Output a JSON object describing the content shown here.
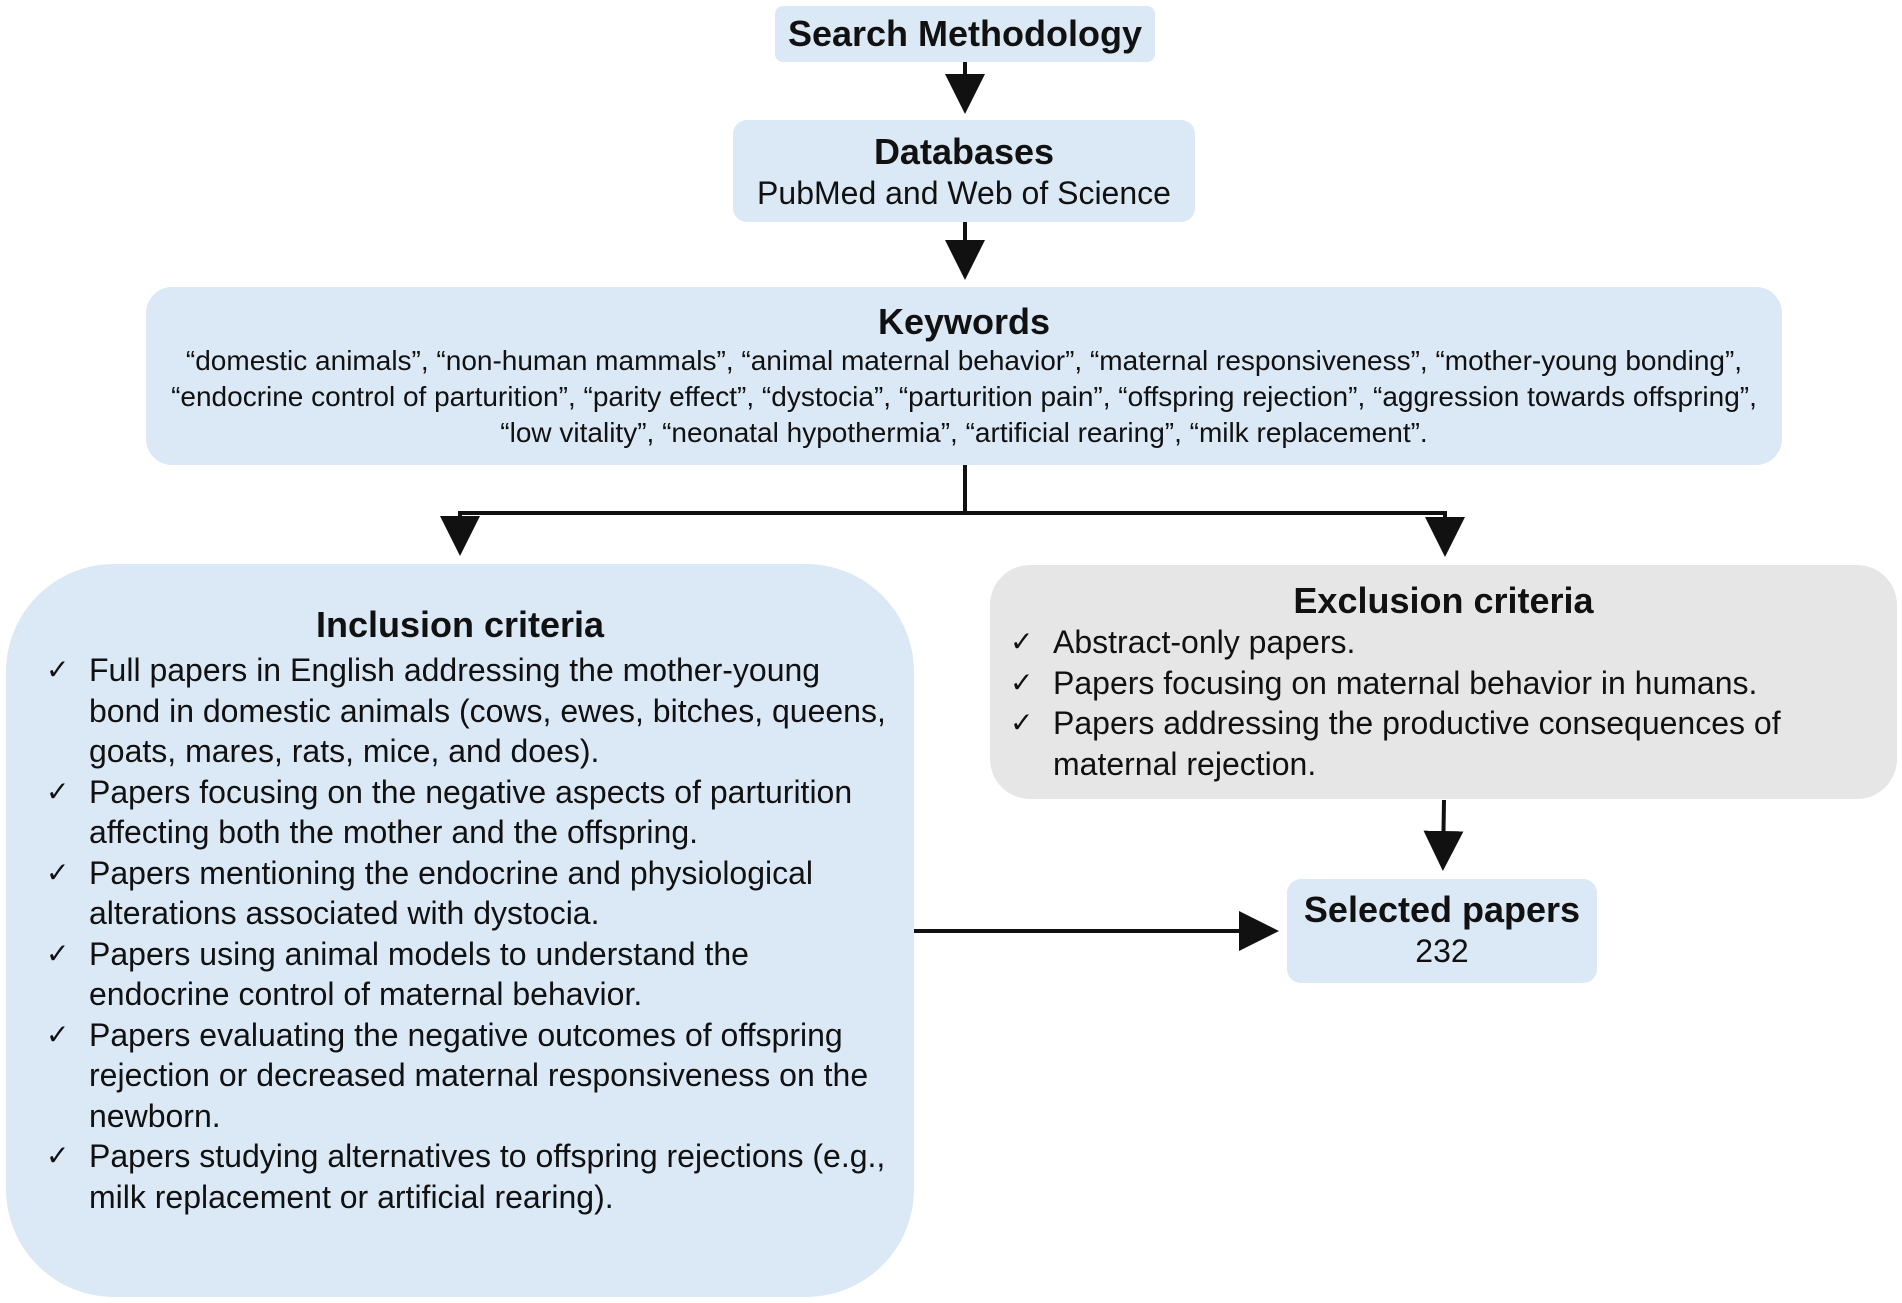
{
  "search": {
    "title": "Search Methodology"
  },
  "databases": {
    "title": "Databases",
    "subtitle": "PubMed and Web of Science"
  },
  "keywords": {
    "title": "Keywords",
    "text": "“domestic animals”, “non-human mammals”, “animal maternal behavior”, “maternal responsiveness”, “mother-young bonding”, “endocrine control of parturition”, “parity effect”, “dystocia”, “parturition pain”, “offspring rejection”, “aggression towards offspring”, “low vitality”, “neonatal hypothermia”, “artificial rearing”, “milk replacement”."
  },
  "inclusion": {
    "title": "Inclusion criteria",
    "check_symbol": "✓",
    "items": [
      "Full papers in English addressing the mother-young bond in domestic animals (cows, ewes, bitches, queens, goats, mares, rats, mice, and does).",
      "Papers focusing on the negative aspects of parturition affecting both the mother and the offspring.",
      "Papers mentioning the endocrine and physiological alterations associated with dystocia.",
      "Papers using animal models to understand the endocrine control of maternal behavior.",
      "Papers evaluating the negative outcomes of offspring rejection or decreased maternal responsiveness on the newborn.",
      "Papers studying alternatives to offspring rejections (e.g., milk replacement or artificial rearing)."
    ]
  },
  "exclusion": {
    "title": "Exclusion criteria",
    "check_symbol": "✓",
    "items": [
      "Abstract-only papers.",
      "Papers focusing on maternal behavior in humans.",
      "Papers addressing the productive consequences of maternal rejection."
    ]
  },
  "selected": {
    "title": "Selected papers",
    "count": "232"
  },
  "colors": {
    "blue_box": "#dbe8f5",
    "grey_box": "#e6e6e6",
    "arrow": "#111111"
  }
}
